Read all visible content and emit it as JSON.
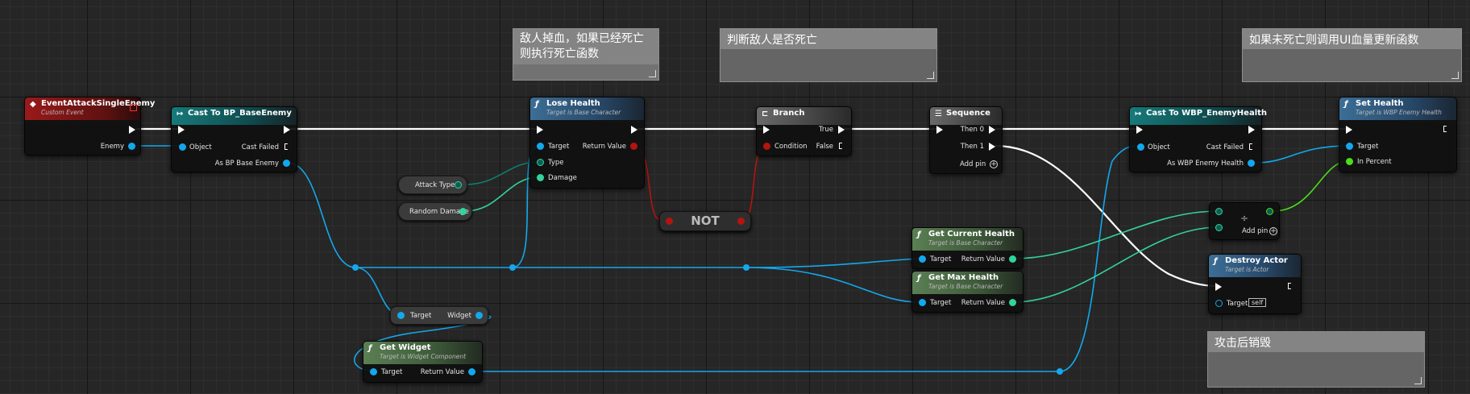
{
  "comments": {
    "enemy_lose_health": "敌人掉血，如果已经死亡则执行死亡函数",
    "is_enemy_dead": "判断敌人是否死亡",
    "update_health_ui": "如果未死亡则调用UI血量更新函数",
    "destroy_after_attack": "攻击后销毁"
  },
  "event_node": {
    "title": "EventAttackSingleEnemy",
    "subtitle": "Custom Event",
    "pin_enemy": "Enemy"
  },
  "cast_base_enemy": {
    "title": "Cast To BP_BaseEnemy",
    "pin_object": "Object",
    "pin_cast_failed": "Cast Failed",
    "pin_as": "As BP Base Enemy"
  },
  "lose_health": {
    "title": "Lose Health",
    "subtitle": "Target is Base Character",
    "pin_target": "Target",
    "pin_type": "Type",
    "pin_damage": "Damage",
    "pin_return": "Return Value"
  },
  "attack_type": {
    "label": "Attack Type"
  },
  "random_damage": {
    "label": "Random Damage"
  },
  "not_node": {
    "label": "NOT"
  },
  "branch": {
    "title": "Branch",
    "pin_condition": "Condition",
    "pin_true": "True",
    "pin_false": "False"
  },
  "sequence": {
    "title": "Sequence",
    "pin_then0": "Then 0",
    "pin_then1": "Then 1",
    "add_pin": "Add pin"
  },
  "cast_health_widget": {
    "title": "Cast To WBP_EnemyHealth",
    "pin_object": "Object",
    "pin_cast_failed": "Cast Failed",
    "pin_as": "As WBP Enemy Health"
  },
  "set_health": {
    "title": "Set Health",
    "subtitle": "Target is WBP Enemy Health",
    "pin_target": "Target",
    "pin_percent": "In Percent"
  },
  "divide": {
    "symbol": "÷",
    "add_pin": "Add pin"
  },
  "get_current_health": {
    "title": "Get Current Health",
    "subtitle": "Target is Base Character",
    "pin_target": "Target",
    "pin_return": "Return Value"
  },
  "get_max_health": {
    "title": "Get Max Health",
    "subtitle": "Target is Base Character",
    "pin_target": "Target",
    "pin_return": "Return Value"
  },
  "destroy_actor": {
    "title": "Destroy Actor",
    "subtitle": "Target is Actor",
    "pin_target": "Target",
    "self_value": "self"
  },
  "widget_getter": {
    "pin_target": "Target",
    "pin_widget": "Widget"
  },
  "get_widget": {
    "title": "Get Widget",
    "subtitle": "Target is Widget Component",
    "pin_target": "Target",
    "pin_return": "Return Value"
  },
  "colors": {
    "exec": "#ffffff",
    "object": "#13a8ec",
    "float": "#33d39c",
    "bool": "#b4140f",
    "byte": "#0d5f55",
    "percent": "#4ddd1a",
    "graph_bg": "#262626"
  }
}
